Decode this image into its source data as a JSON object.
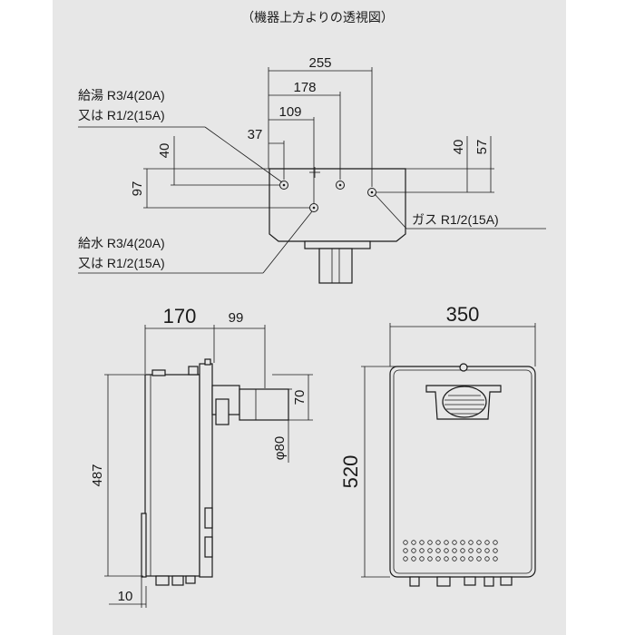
{
  "top_view": {
    "title": "（機器上方よりの透視図）",
    "dims": {
      "d255": "255",
      "d178": "178",
      "d109": "109",
      "d37": "37",
      "d40_left": "40",
      "d97": "97",
      "d40_right": "40",
      "d57": "57"
    },
    "hot_water_label_1": "給湯 R3/4(20A)",
    "hot_water_label_2": "又は R1/2(15A)",
    "cold_water_label_1": "給水 R3/4(20A)",
    "cold_water_label_2": "又は R1/2(15A)",
    "gas_label": "ガス R1/2(15A)"
  },
  "side_view": {
    "dims": {
      "depth": "170",
      "exhaust_projection": "99",
      "exhaust_height": "70",
      "exhaust_diameter": "φ80",
      "height": "487",
      "bottom_offset": "10"
    }
  },
  "front_view": {
    "dims": {
      "width": "350",
      "height": "520"
    }
  }
}
